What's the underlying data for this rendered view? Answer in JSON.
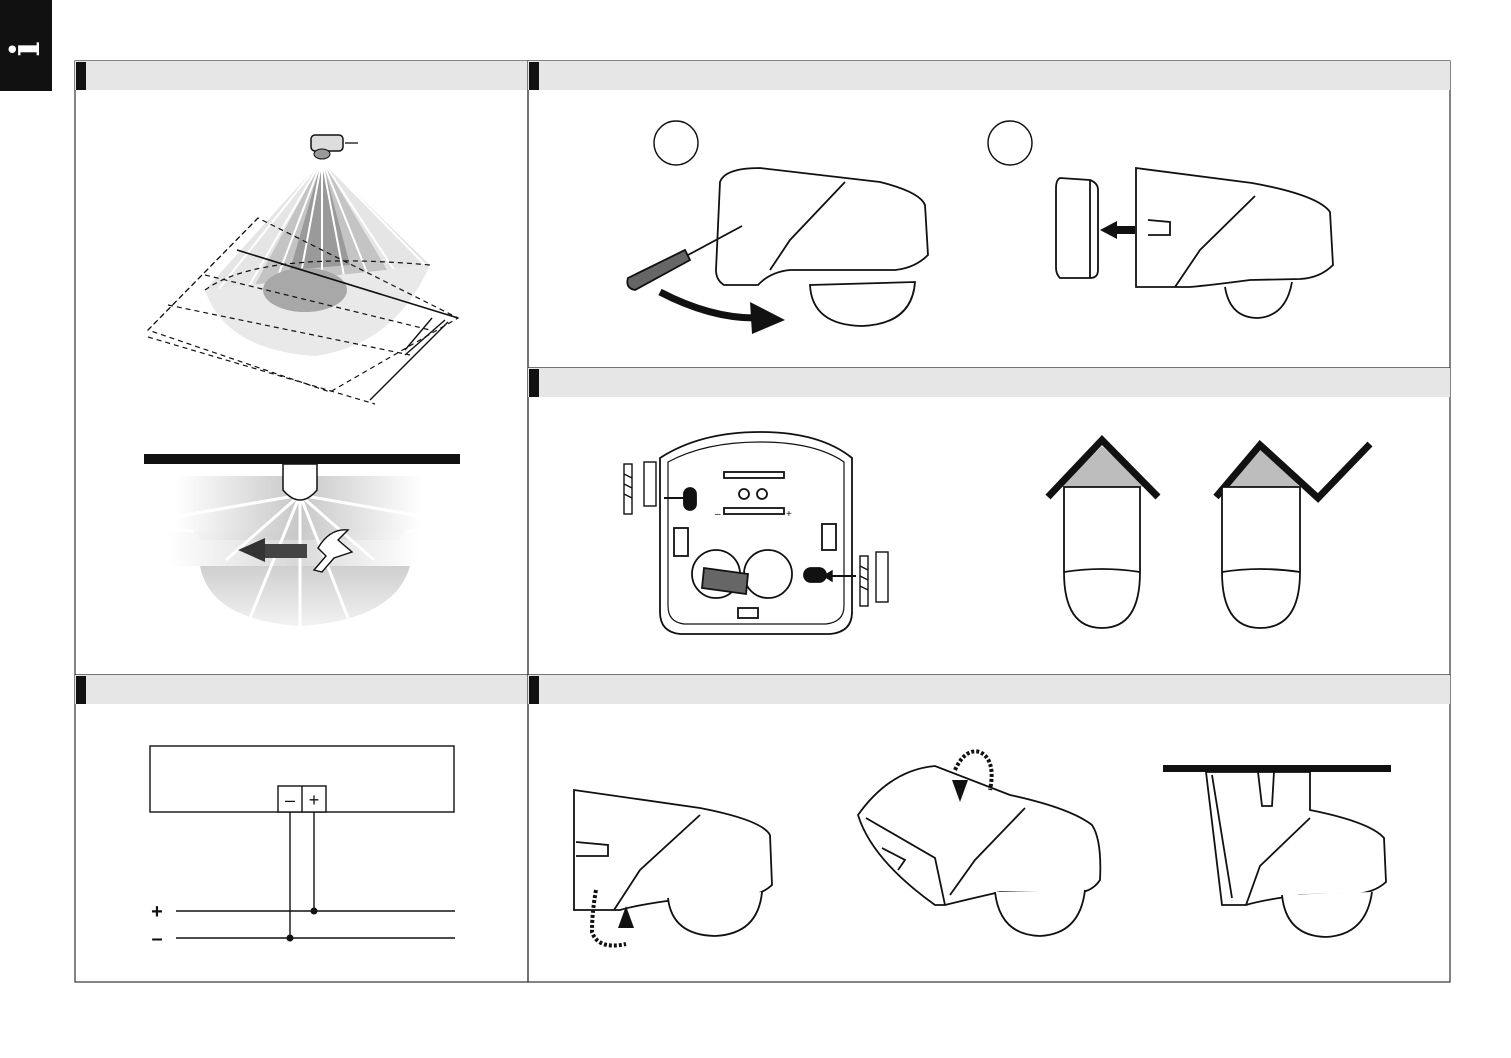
{
  "page": {
    "tab_glyph": "i",
    "colors": {
      "ink": "#111111",
      "header_bar": "#e6e6e6",
      "panel_border": "#333333",
      "shade_light": "#d9d9d9",
      "shade_mid": "#bdbdbd",
      "shade_dark": "#8c8c8c"
    }
  },
  "panels": [
    {
      "id": "detection-area",
      "header": ""
    },
    {
      "id": "cover-removal",
      "header": "",
      "step_circles": [
        "",
        ""
      ]
    },
    {
      "id": "wall-mounting",
      "header": "",
      "base_labels": [
        "–",
        "+"
      ]
    },
    {
      "id": "wiring",
      "header": "",
      "terminal_labels": [
        "–",
        "+"
      ],
      "line_labels": [
        "+",
        "–"
      ]
    },
    {
      "id": "mounting-orientation",
      "header": ""
    }
  ]
}
